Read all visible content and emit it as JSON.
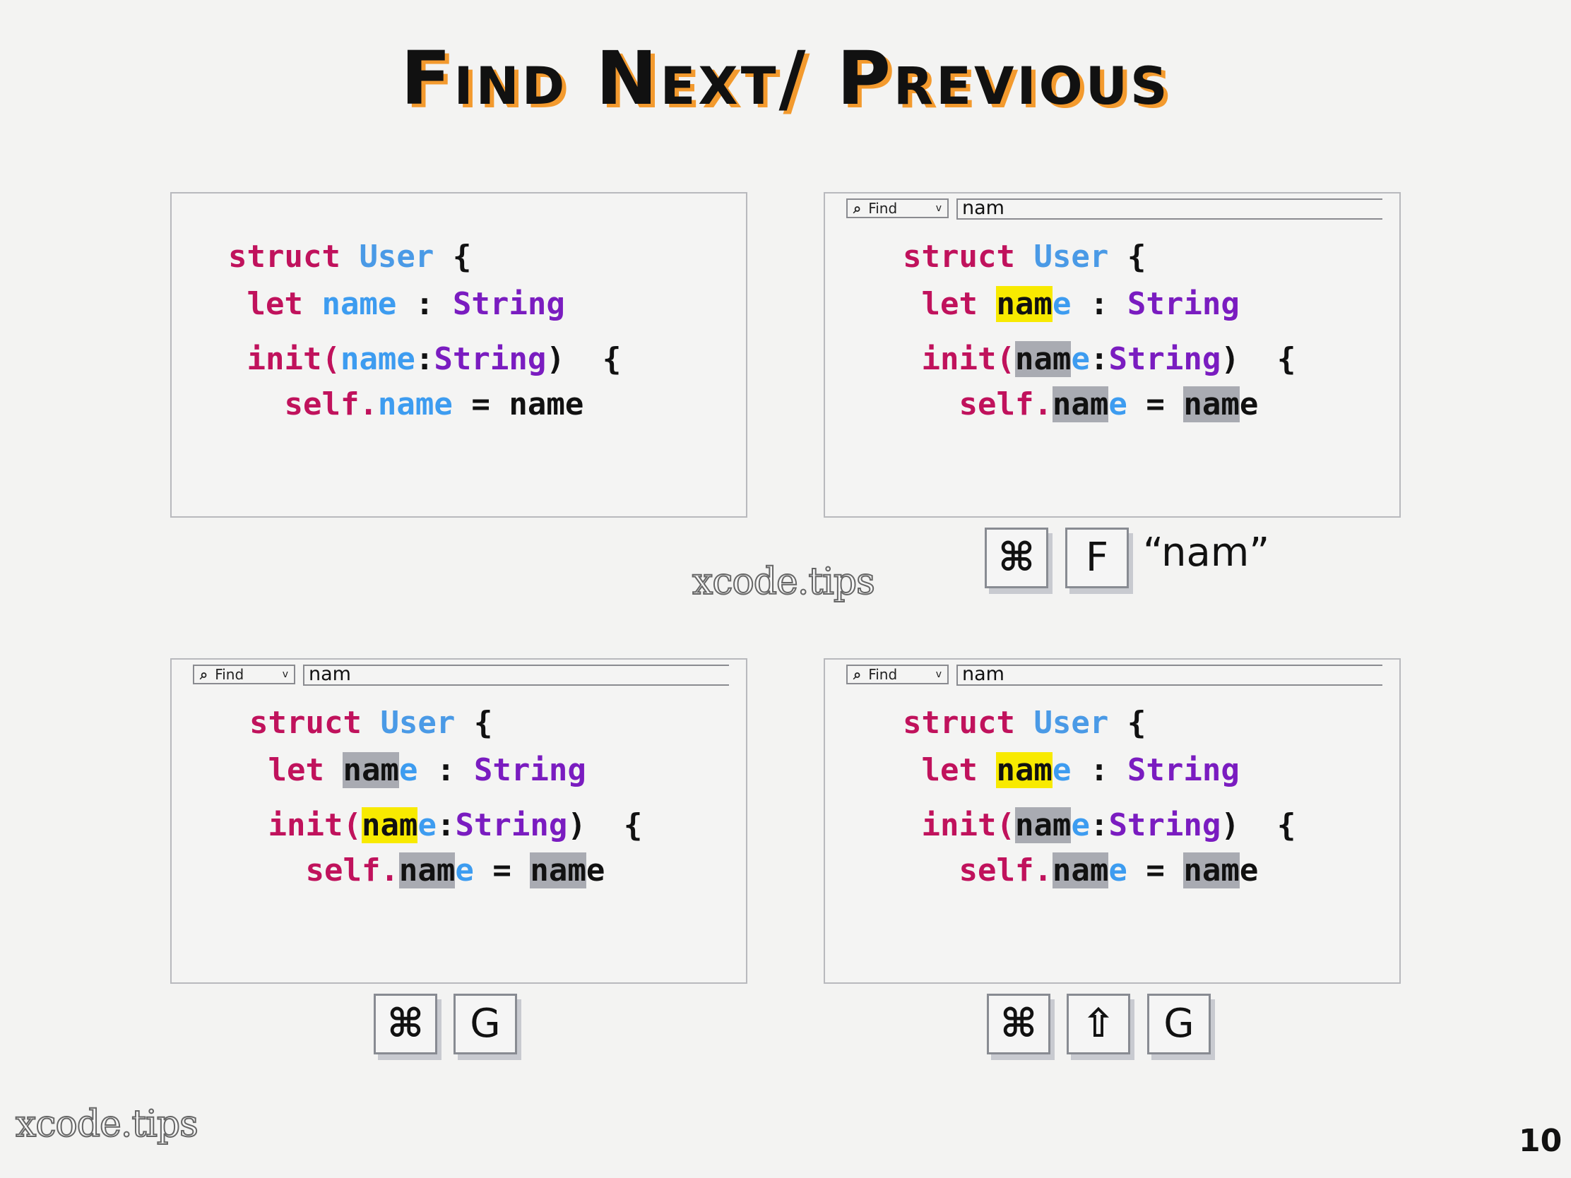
{
  "title": "Find Next/ Previous",
  "watermark": "xcode.tips",
  "page_number": "10",
  "colors": {
    "keyword": "#c0125c",
    "type": "#4a9ae6",
    "property": "#3d9cf0",
    "string_type": "#7a1cc0",
    "match_current": "#f8ea00",
    "match_other": "#a9abb2",
    "accent": "#f39a2e"
  },
  "find_bar": {
    "search_icon": "magnifier-icon",
    "mode_label": "Find",
    "chevron": "v",
    "query": "nam"
  },
  "panels": [
    {
      "has_find": false,
      "lines": [
        [
          {
            "t": "struct ",
            "c": "kw"
          },
          {
            "t": "User",
            "c": "type"
          },
          {
            "t": " {",
            "c": "plain"
          }
        ],
        [
          {
            "t": " let ",
            "c": "kw"
          },
          {
            "t": "name",
            "c": "prop"
          },
          {
            "t": " : ",
            "c": "plain"
          },
          {
            "t": "String",
            "c": "str"
          }
        ],
        [
          {
            "t": " init(",
            "c": "kw"
          },
          {
            "t": "name",
            "c": "prop"
          },
          {
            "t": ":",
            "c": "plain"
          },
          {
            "t": "String",
            "c": "str"
          },
          {
            "t": ")  {",
            "c": "plain"
          }
        ],
        [
          {
            "t": "   self.",
            "c": "kw"
          },
          {
            "t": "name",
            "c": "prop"
          },
          {
            "t": " = name",
            "c": "plain"
          }
        ]
      ]
    },
    {
      "has_find": true,
      "lines": [
        [
          {
            "t": "struct ",
            "c": "kw"
          },
          {
            "t": "User",
            "c": "type"
          },
          {
            "t": " {",
            "c": "plain"
          }
        ],
        [
          {
            "t": " let ",
            "c": "kw"
          },
          {
            "t": "nam",
            "c": "plain",
            "hl": "yellow"
          },
          {
            "t": "e",
            "c": "prop"
          },
          {
            "t": " : ",
            "c": "plain"
          },
          {
            "t": "String",
            "c": "str"
          }
        ],
        [
          {
            "t": " init(",
            "c": "kw"
          },
          {
            "t": "nam",
            "c": "plain",
            "hl": "gray"
          },
          {
            "t": "e",
            "c": "prop"
          },
          {
            "t": ":",
            "c": "plain"
          },
          {
            "t": "String",
            "c": "str"
          },
          {
            "t": ")  {",
            "c": "plain"
          }
        ],
        [
          {
            "t": "   self.",
            "c": "kw"
          },
          {
            "t": "nam",
            "c": "plain",
            "hl": "gray"
          },
          {
            "t": "e",
            "c": "prop"
          },
          {
            "t": " = ",
            "c": "plain"
          },
          {
            "t": "nam",
            "c": "plain",
            "hl": "gray"
          },
          {
            "t": "e",
            "c": "plain"
          }
        ]
      ]
    },
    {
      "has_find": true,
      "lines": [
        [
          {
            "t": "struct ",
            "c": "kw"
          },
          {
            "t": "User",
            "c": "type"
          },
          {
            "t": " {",
            "c": "plain"
          }
        ],
        [
          {
            "t": " let ",
            "c": "kw"
          },
          {
            "t": "nam",
            "c": "plain",
            "hl": "gray"
          },
          {
            "t": "e",
            "c": "prop"
          },
          {
            "t": " : ",
            "c": "plain"
          },
          {
            "t": "String",
            "c": "str"
          }
        ],
        [
          {
            "t": " init(",
            "c": "kw"
          },
          {
            "t": "nam",
            "c": "plain",
            "hl": "yellow"
          },
          {
            "t": "e",
            "c": "prop"
          },
          {
            "t": ":",
            "c": "plain"
          },
          {
            "t": "String",
            "c": "str"
          },
          {
            "t": ")  {",
            "c": "plain"
          }
        ],
        [
          {
            "t": "   self.",
            "c": "kw"
          },
          {
            "t": "nam",
            "c": "plain",
            "hl": "gray"
          },
          {
            "t": "e",
            "c": "prop"
          },
          {
            "t": " = ",
            "c": "plain"
          },
          {
            "t": "nam",
            "c": "plain",
            "hl": "gray"
          },
          {
            "t": "e",
            "c": "plain"
          }
        ]
      ]
    },
    {
      "has_find": true,
      "lines": [
        [
          {
            "t": "struct ",
            "c": "kw"
          },
          {
            "t": "User",
            "c": "type"
          },
          {
            "t": " {",
            "c": "plain"
          }
        ],
        [
          {
            "t": " let ",
            "c": "kw"
          },
          {
            "t": "nam",
            "c": "plain",
            "hl": "yellow"
          },
          {
            "t": "e",
            "c": "prop"
          },
          {
            "t": " : ",
            "c": "plain"
          },
          {
            "t": "String",
            "c": "str"
          }
        ],
        [
          {
            "t": " init(",
            "c": "kw"
          },
          {
            "t": "nam",
            "c": "plain",
            "hl": "gray"
          },
          {
            "t": "e",
            "c": "prop"
          },
          {
            "t": ":",
            "c": "plain"
          },
          {
            "t": "String",
            "c": "str"
          },
          {
            "t": ")  {",
            "c": "plain"
          }
        ],
        [
          {
            "t": "   self.",
            "c": "kw"
          },
          {
            "t": "nam",
            "c": "plain",
            "hl": "gray"
          },
          {
            "t": "e",
            "c": "prop"
          },
          {
            "t": " = ",
            "c": "plain"
          },
          {
            "t": "nam",
            "c": "plain",
            "hl": "gray"
          },
          {
            "t": "e",
            "c": "plain"
          }
        ]
      ]
    }
  ],
  "shortcuts": {
    "find": {
      "keys": [
        "⌘",
        "F"
      ],
      "typed": "“nam”"
    },
    "next": {
      "keys": [
        "⌘",
        "G"
      ]
    },
    "previous": {
      "keys": [
        "⌘",
        "⇧",
        "G"
      ]
    }
  }
}
